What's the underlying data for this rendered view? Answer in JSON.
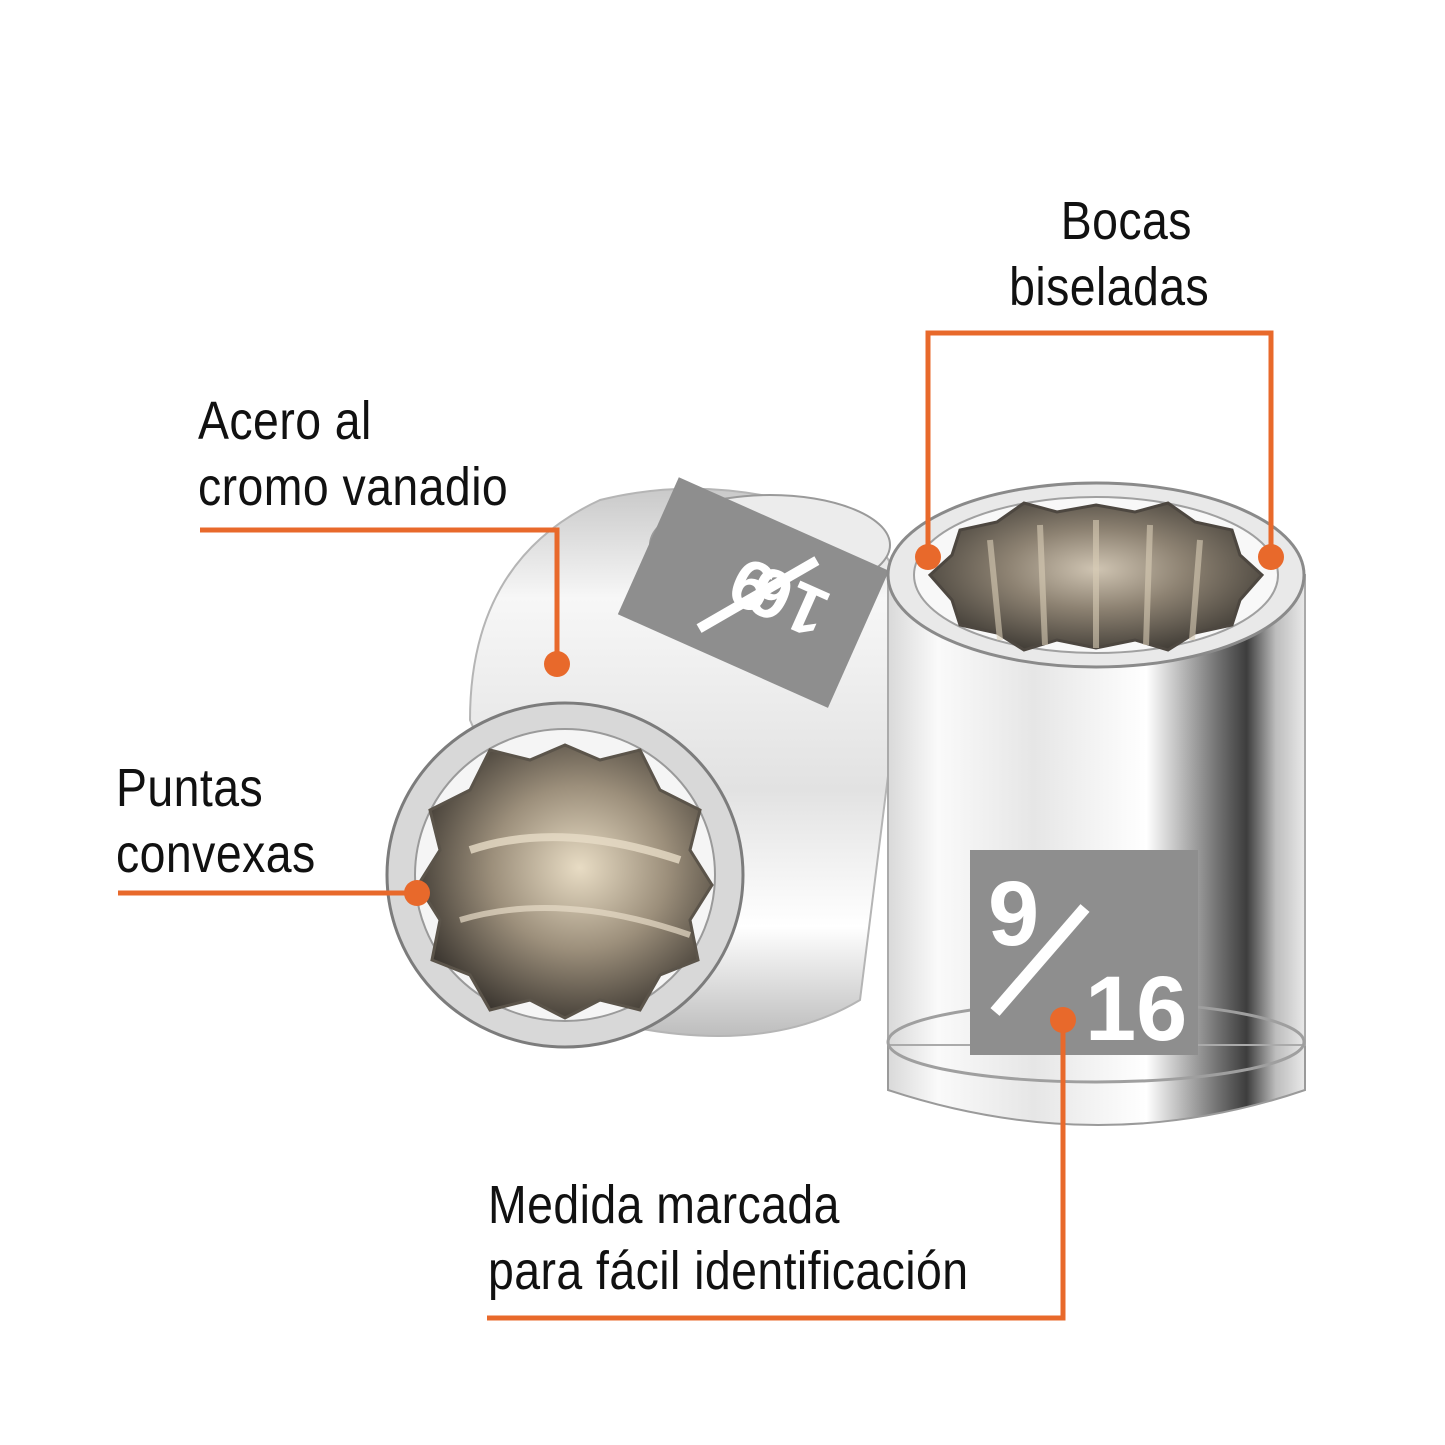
{
  "colors": {
    "accent": "#e8692b",
    "text": "#111111",
    "background": "#ffffff",
    "chrome_light": "#f4f4f4",
    "chrome_dark": "#6b6b6b",
    "label_plate": "#8e8e8e"
  },
  "socket_marking": {
    "numerator": "9",
    "denominator": "16"
  },
  "callouts": {
    "bocas": {
      "line1": "Bocas",
      "line2": "biseladas"
    },
    "acero": {
      "line1": "Acero al",
      "line2": "cromo vanadio"
    },
    "puntas": {
      "line1": "Puntas",
      "line2": "convexas"
    },
    "medida": {
      "line1": "Medida marcada",
      "line2": "para fácil identificación"
    }
  }
}
